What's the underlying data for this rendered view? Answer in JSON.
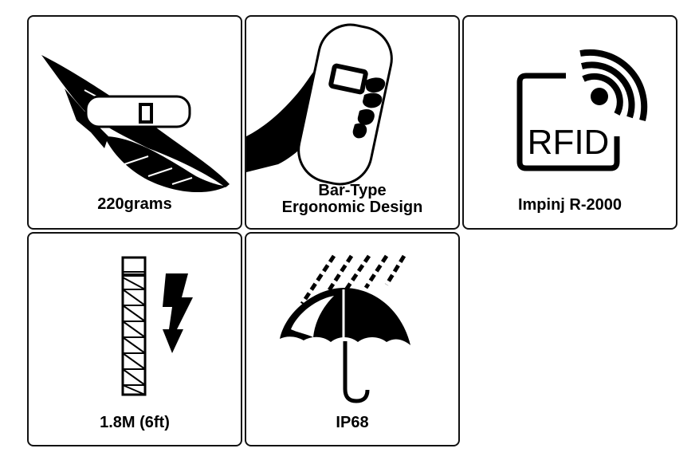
{
  "cards": [
    {
      "label": "220grams",
      "icon": "feather-scanner-icon"
    },
    {
      "label_line1": "Bar-Type",
      "label_line2": "Ergonomic  Design",
      "icon": "hand-holding-scanner-icon"
    },
    {
      "label": "Impinj  R-2000",
      "icon": "rfid-chip-icon",
      "rfid_text": "RFID"
    },
    {
      "label": "1.8M  (6ft)",
      "icon": "drop-test-icon"
    },
    {
      "label": "IP68",
      "icon": "umbrella-rain-icon"
    }
  ],
  "colors": {
    "ink": "#000000",
    "background": "#ffffff",
    "border": "#111111"
  }
}
